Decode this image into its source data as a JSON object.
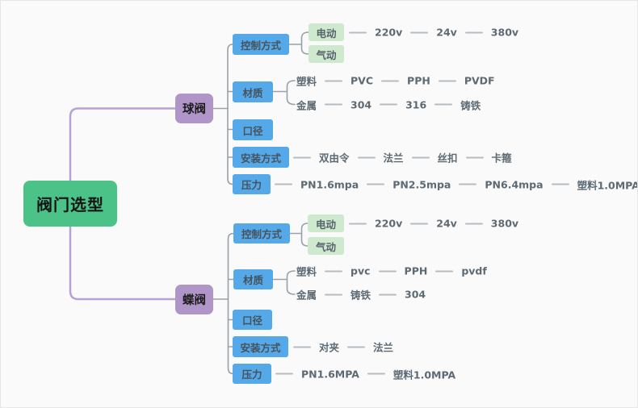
{
  "colors": {
    "root_green": "#4bc287",
    "branch_purple": "#b095c9",
    "category_blue": "#55a9e8",
    "leaf_box_green": "#cfe9cf",
    "connector_purple": "#b7a2d5",
    "connector_gray": "#98a1a8",
    "leaf_text_gray": "#5d6a74"
  },
  "root": {
    "label": "阀门选型"
  },
  "branches": [
    {
      "label": "球阀",
      "categories": [
        {
          "label": "控制方式",
          "groups": [
            {
              "head": "电动",
              "chain": [
                "220v",
                "24v",
                "380v"
              ]
            },
            {
              "head": "气动",
              "chain": []
            }
          ]
        },
        {
          "label": "材质",
          "groups": [
            {
              "head": "塑料",
              "chain": [
                "PVC",
                "PPH",
                "PVDF"
              ]
            },
            {
              "head": "金属",
              "chain": [
                "304",
                "316",
                "铸铁"
              ]
            }
          ]
        },
        {
          "label": "口径",
          "groups": []
        },
        {
          "label": "安装方式",
          "groups": [
            {
              "head": "双由令",
              "chain": [
                "法兰",
                "丝扣",
                "卡箍"
              ]
            }
          ]
        },
        {
          "label": "压力",
          "groups": [
            {
              "head": "PN1.6mpa",
              "chain": [
                "PN2.5mpa",
                "PN6.4mpa",
                "塑料1.0MPA"
              ]
            }
          ]
        }
      ]
    },
    {
      "label": "蝶阀",
      "categories": [
        {
          "label": "控制方式",
          "groups": [
            {
              "head": "电动",
              "chain": [
                "220v",
                "24v",
                "380v"
              ]
            },
            {
              "head": "气动",
              "chain": []
            }
          ]
        },
        {
          "label": "材质",
          "groups": [
            {
              "head": "塑料",
              "chain": [
                "pvc",
                "PPH",
                "pvdf"
              ]
            },
            {
              "head": "金属",
              "chain": [
                "铸铁",
                "304"
              ]
            }
          ]
        },
        {
          "label": "口径",
          "groups": []
        },
        {
          "label": "安装方式",
          "groups": [
            {
              "head": "对夹",
              "chain": [
                "法兰"
              ]
            }
          ]
        },
        {
          "label": "压力",
          "groups": [
            {
              "head": "PN1.6MPA",
              "chain": [
                "塑料1.0MPA"
              ]
            }
          ]
        }
      ]
    }
  ]
}
